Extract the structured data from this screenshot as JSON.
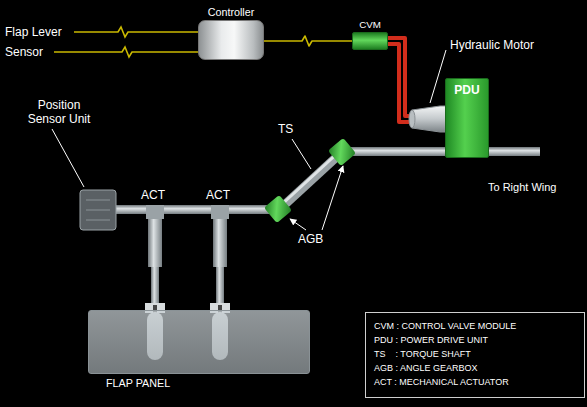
{
  "diagram": {
    "nodes": [
      {
        "text": [
          "Controller"
        ]
      },
      {
        "text": [
          "CVM"
        ]
      },
      {
        "text": [
          "PDU"
        ]
      },
      {
        "text": [
          "FLAP PANEL"
        ]
      },
      {
        "text": [
          "CVM : CONTROL VALVE MODULE",
          "PDU : POWER DRIVE UNIT",
          "TS    : TORQUE SHAFT",
          "AGB : ANGLE GEARBOX",
          "ACT : MECHANICAL ACTUATOR"
        ]
      }
    ],
    "edges": [
      {
        "from": 0,
        "to": 1,
        "arrow": "none"
      },
      {
        "from": 1,
        "to": 2,
        "arrow": "none"
      }
    ],
    "labels": [
      "Flap Lever",
      "Sensor",
      "Hydraulic Motor",
      "Position Sensor Unit",
      "TS",
      "AGB",
      "ACT",
      "ACT",
      "To Right Wing"
    ]
  }
}
